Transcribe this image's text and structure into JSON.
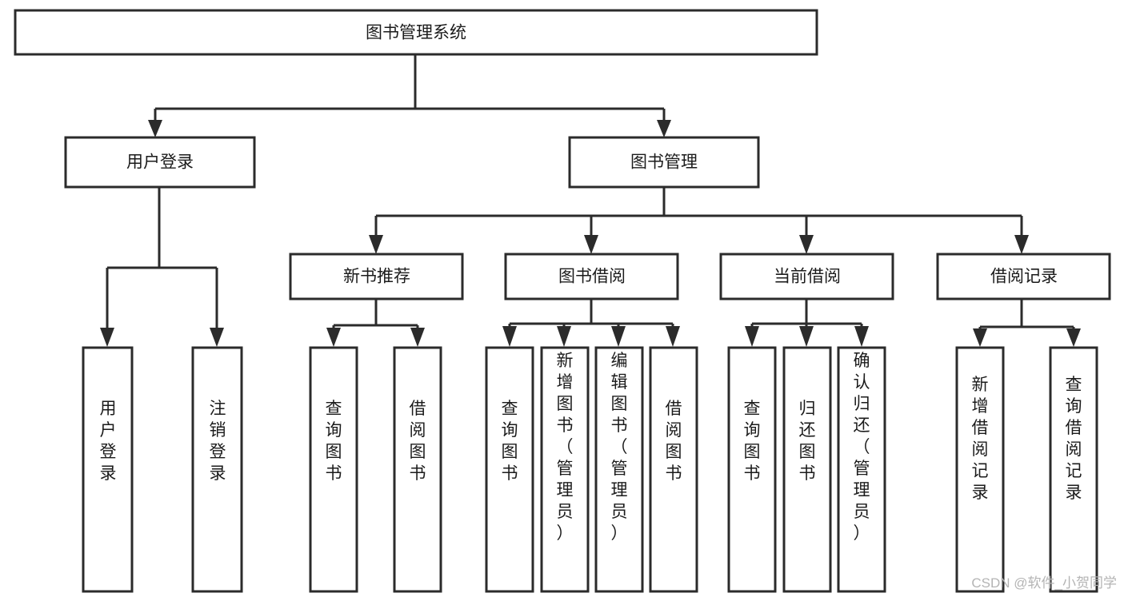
{
  "diagram": {
    "type": "hierarchy-tree",
    "title": "图书管理系统",
    "root": {
      "id": "root",
      "label": "图书管理系统"
    },
    "level2": [
      {
        "id": "user-login",
        "label": "用户登录"
      },
      {
        "id": "book-manage",
        "label": "图书管理"
      }
    ],
    "level3": [
      {
        "id": "new-book-recommend",
        "label": "新书推荐",
        "parent": "book-manage"
      },
      {
        "id": "book-borrow",
        "label": "图书借阅",
        "parent": "book-manage"
      },
      {
        "id": "current-borrow",
        "label": "当前借阅",
        "parent": "book-manage"
      },
      {
        "id": "borrow-record",
        "label": "借阅记录",
        "parent": "book-manage"
      }
    ],
    "leaves": [
      {
        "id": "leaf-user-login",
        "label": "用户登录",
        "parent": "user-login"
      },
      {
        "id": "leaf-logout-login",
        "label": "注销登录",
        "parent": "user-login"
      },
      {
        "id": "leaf-query-book-1",
        "label": "查询图书",
        "parent": "new-book-recommend"
      },
      {
        "id": "leaf-borrow-book-1",
        "label": "借阅图书",
        "parent": "new-book-recommend"
      },
      {
        "id": "leaf-query-book-2",
        "label": "查询图书",
        "parent": "book-borrow"
      },
      {
        "id": "leaf-add-book-admin",
        "label": "新增图书（管理员）",
        "parent": "book-borrow"
      },
      {
        "id": "leaf-edit-book-admin",
        "label": "编辑图书（管理员）",
        "parent": "book-borrow"
      },
      {
        "id": "leaf-borrow-book-2",
        "label": "借阅图书",
        "parent": "book-borrow"
      },
      {
        "id": "leaf-query-book-3",
        "label": "查询图书",
        "parent": "current-borrow"
      },
      {
        "id": "leaf-return-book",
        "label": "归还图书",
        "parent": "current-borrow"
      },
      {
        "id": "leaf-confirm-return-admin",
        "label": "确认归还（管理员）",
        "parent": "current-borrow"
      },
      {
        "id": "leaf-add-borrow-record",
        "label": "新增借阅记录",
        "parent": "borrow-record"
      },
      {
        "id": "leaf-query-borrow-record",
        "label": "查询借阅记录",
        "parent": "borrow-record"
      }
    ],
    "colors": {
      "stroke": "#2b2b2b",
      "fill": "#ffffff",
      "text": "#1b1b1b",
      "watermark": "#b4b4b4",
      "background": "#ffffff"
    }
  },
  "watermark": {
    "label": "CSDN @软件_小贺同学"
  }
}
